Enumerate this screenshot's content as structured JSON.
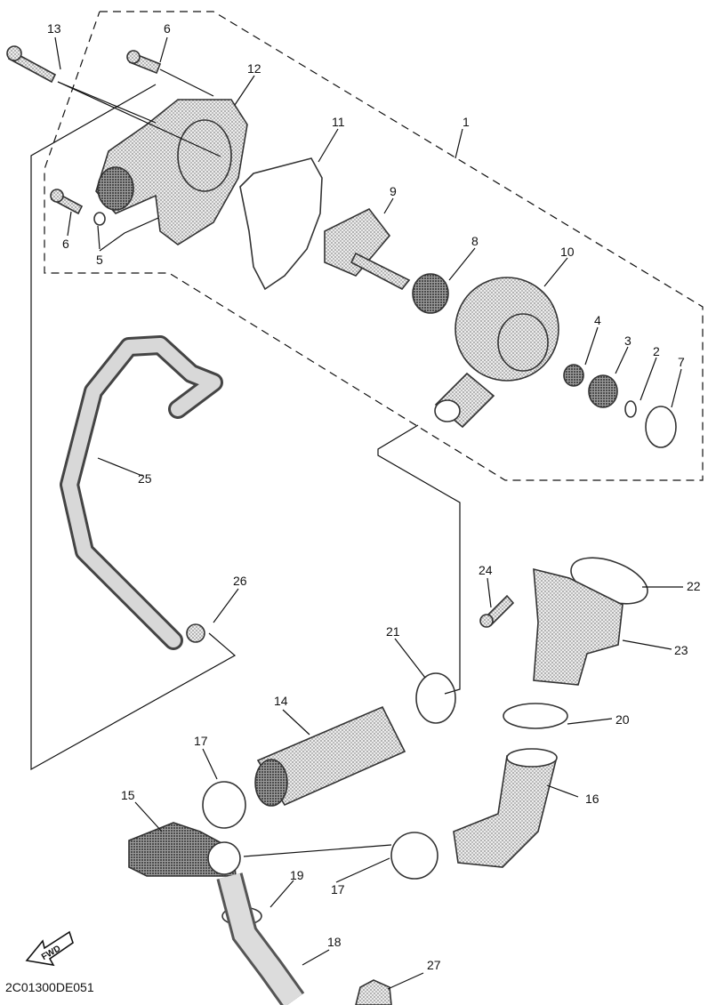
{
  "callouts": {
    "c1": "1",
    "c2": "2",
    "c3": "3",
    "c4": "4",
    "c5": "5",
    "c6a": "6",
    "c6b": "6",
    "c7": "7",
    "c8": "8",
    "c9": "9",
    "c10": "10",
    "c11": "11",
    "c12": "12",
    "c13": "13",
    "c14": "14",
    "c15": "15",
    "c16": "16",
    "c17a": "17",
    "c17b": "17",
    "c18": "18",
    "c19": "19",
    "c20": "20",
    "c21": "21",
    "c22": "22",
    "c23": "23",
    "c24": "24",
    "c25": "25",
    "c26": "26",
    "c27": "27"
  },
  "fwd_label": "FWD",
  "diagram_code": "2C01300DE051"
}
